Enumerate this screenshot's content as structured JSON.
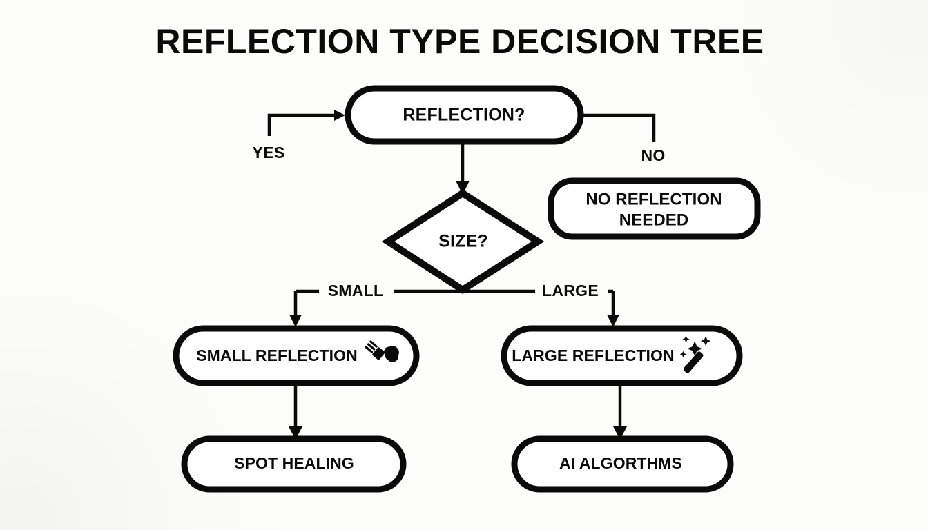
{
  "title": "REFLECTION TYPE DECISION TREE",
  "theme": {
    "background": "#fdfdfc",
    "ink": "#0a0a0a",
    "node_fill": "#ffffff"
  },
  "nodes": {
    "root": {
      "label": "REFLECTION?",
      "shape": "stadium"
    },
    "no_reflection": {
      "line1": "NO REFLECTION",
      "line2": "NEEDED",
      "shape": "rounded-rect"
    },
    "size": {
      "label": "SIZE?",
      "shape": "diamond"
    },
    "small_reflection": {
      "label": "SMALL REFLECTION",
      "shape": "stadium",
      "icon": "spot-healing-brush-icon"
    },
    "large_reflection": {
      "label": "LARGE REFLECTION",
      "shape": "stadium",
      "icon": "magic-wand-icon"
    },
    "spot_healing": {
      "label": "SPOT HEALING",
      "shape": "stadium"
    },
    "ai_algorithms": {
      "label": "AI ALGORTHMS",
      "shape": "stadium"
    }
  },
  "edges": {
    "yes": "YES",
    "no": "NO",
    "small": "SMALL",
    "large": "LARGE"
  }
}
